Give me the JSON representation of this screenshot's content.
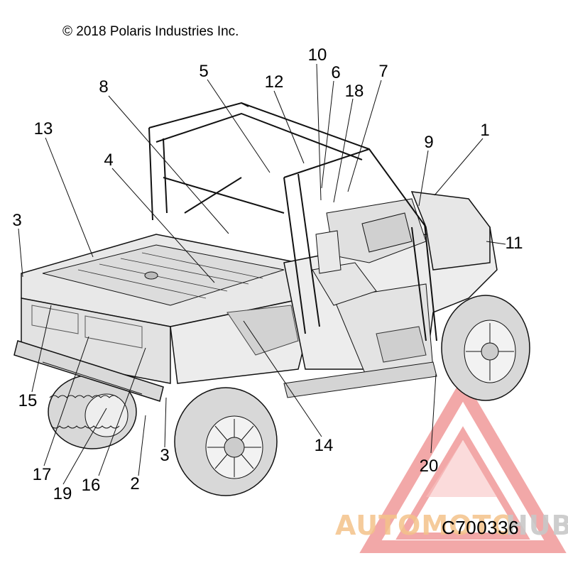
{
  "copyright": "© 2018 Polaris Industries Inc.",
  "figure_code": "C700336",
  "callouts": [
    "1",
    "2",
    "3",
    "3",
    "4",
    "5",
    "6",
    "7",
    "8",
    "9",
    "10",
    "11",
    "12",
    "13",
    "14",
    "15",
    "16",
    "17",
    "18",
    "19",
    "20"
  ],
  "watermark": {
    "part1": "AUTOMOTO",
    "part2": "HUB",
    "color1": "#f4c38a",
    "color2": "#c8c8c8",
    "triangle_color": "#ee8b8b"
  },
  "colors": {
    "line": "#111111",
    "body_fill": "#e4e4e4",
    "tire_fill": "#d8d8d8"
  }
}
